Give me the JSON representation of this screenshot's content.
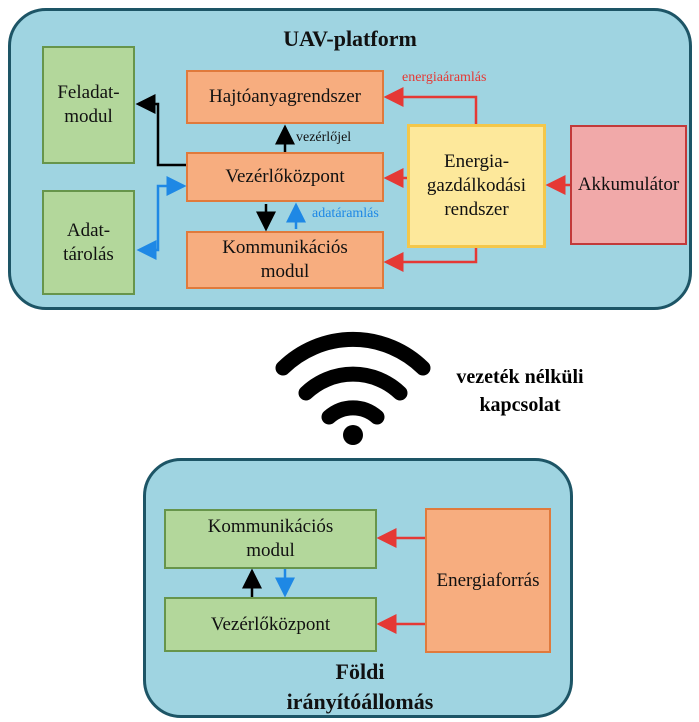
{
  "uav": {
    "title": "UAV-platform",
    "mission_module": "Feladat-\nmodul",
    "data_storage": "Adat-\ntárolás",
    "propulsion": "Hajtóanyagrendszer",
    "control_center": "Vezérlőközpont",
    "comm_module": "Kommunikációs\nmodul",
    "energy_mgmt": "Energia-\ngazdálkodási\nrendszer",
    "battery": "Akkumulátor",
    "label_energy_flow": "energiaáramlás",
    "label_control_signal": "vezérlőjel",
    "label_data_flow": "adatáramlás"
  },
  "wireless_label": "vezeték nélküli\nkapcsolat",
  "ground": {
    "title": "Földi\nirányítóállomás",
    "comm_module": "Kommunikációs\nmodul",
    "control_center": "Vezérlőközpont",
    "energy_source": "Energiaforrás"
  },
  "colors": {
    "panel": "#9fd4e1",
    "green": "#b3d79b",
    "orange": "#f7ad7f",
    "yellow": "#fde89b",
    "pink": "#f1a9a9",
    "energy_arrow": "#e53935",
    "data_arrow": "#1e88e5",
    "control_arrow": "#000000"
  }
}
